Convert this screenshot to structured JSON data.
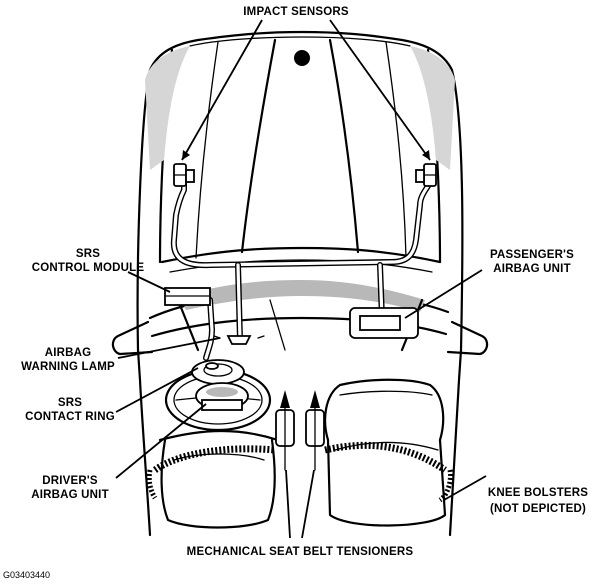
{
  "labels": {
    "impact_sensors": "IMPACT SENSORS",
    "srs_control_module_line1": "SRS",
    "srs_control_module_line2": "CONTROL MODULE",
    "passenger_airbag_line1": "PASSENGER'S",
    "passenger_airbag_line2": "AIRBAG UNIT",
    "airbag_warning_line1": "AIRBAG",
    "airbag_warning_line2": "WARNING LAMP",
    "srs_contact_ring_line1": "SRS",
    "srs_contact_ring_line2": "CONTACT RING",
    "driver_airbag_line1": "DRIVER'S",
    "driver_airbag_line2": "AIRBAG UNIT",
    "knee_bolsters_line1": "KNEE BOLSTERS",
    "knee_bolsters_line2": "(NOT DEPICTED)",
    "seat_belt_tensioners": "MECHANICAL SEAT BELT TENSIONERS",
    "figure_code": "G03403440"
  }
}
